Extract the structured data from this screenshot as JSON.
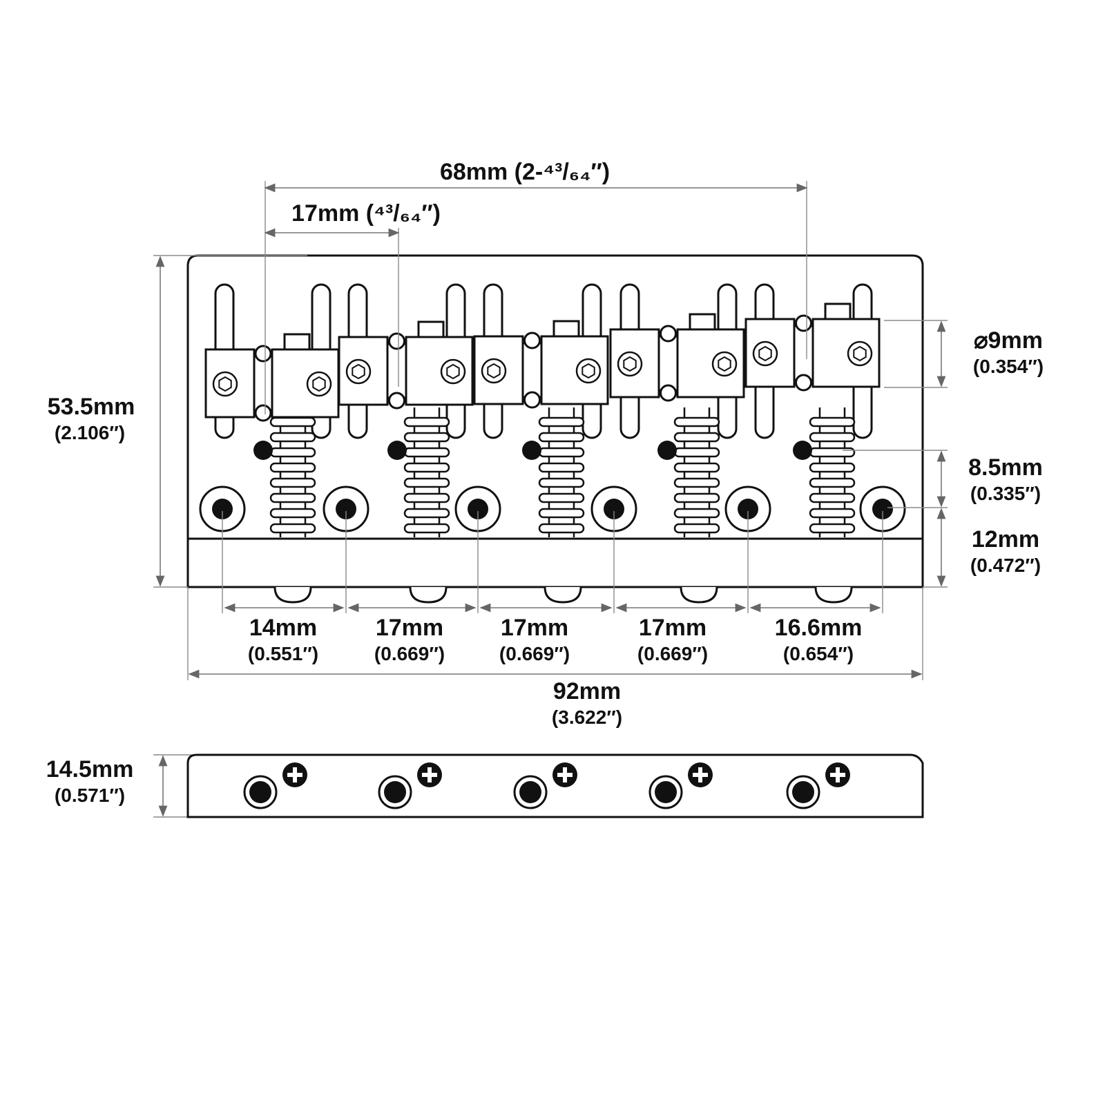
{
  "dimensions": {
    "overall_saddle_span": "68mm (2-⁴³/₆₄″)",
    "saddle_spacing": "17mm (⁴³/₆₄″)",
    "height": {
      "mm": "53.5mm",
      "inch": "(2.106″)"
    },
    "saddle_diameter": {
      "mm": "⌀9mm",
      "inch": "(0.354″)"
    },
    "hole_offset": {
      "mm": "8.5mm",
      "inch": "(0.335″)"
    },
    "lip_depth": {
      "mm": "12mm",
      "inch": "(0.472″)"
    },
    "hole_spacings": [
      {
        "mm": "14mm",
        "inch": "(0.551″)"
      },
      {
        "mm": "17mm",
        "inch": "(0.669″)"
      },
      {
        "mm": "17mm",
        "inch": "(0.669″)"
      },
      {
        "mm": "17mm",
        "inch": "(0.669″)"
      },
      {
        "mm": "16.6mm",
        "inch": "(0.654″)"
      }
    ],
    "width": {
      "mm": "92mm",
      "inch": "(3.622″)"
    },
    "side_height": {
      "mm": "14.5mm",
      "inch": "(0.571″)"
    }
  },
  "components": {
    "saddle_count": 5,
    "mounting_hole_count": 6,
    "side_hole_count": 5
  },
  "colors": {
    "line": "#111111",
    "dimension_line": "#777777",
    "background": "#ffffff"
  }
}
